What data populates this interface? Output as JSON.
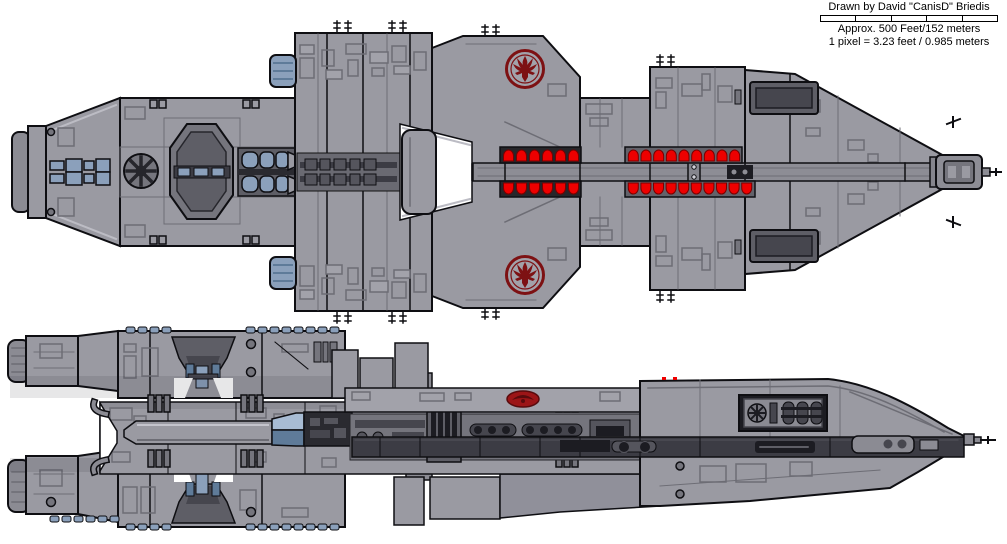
{
  "title_block": {
    "credit": "Drawn by David \"CanisD\" Briedis",
    "scale_text": "Approx. 500 Feet/152 meters",
    "pixel_scale_text": "1 pixel = 3.23 feet / 0.985 meters",
    "scale_bar_segments": 5
  },
  "diagram": {
    "subject": "battlestar-class warship blueprint, dorsal and lateral views",
    "views": [
      "dorsal-top-view",
      "lateral-side-view"
    ],
    "launch_lights": {
      "color": "#ee0000",
      "groups": [
        {
          "id": "dorsal-aft-upper",
          "count": 6
        },
        {
          "id": "dorsal-aft-lower",
          "count": 6
        },
        {
          "id": "dorsal-fore-upper",
          "count": 9
        },
        {
          "id": "dorsal-fore-lower",
          "count": 10
        }
      ]
    },
    "emblem_color": "#7d1113",
    "hull_color": "#9a9aa2",
    "background": "#ffffff"
  }
}
